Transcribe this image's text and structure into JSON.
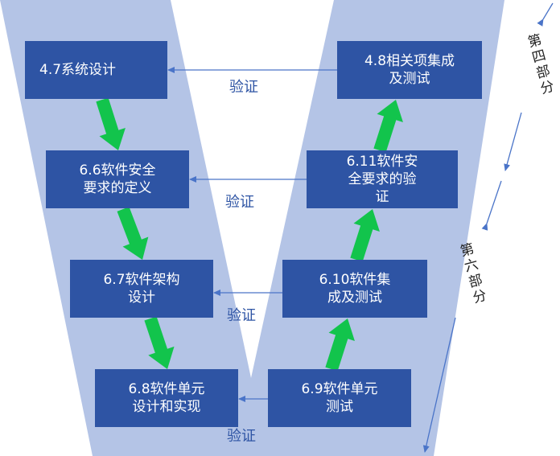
{
  "colors": {
    "v_fill": "#b4c4e6",
    "box_fill": "#2e54a4",
    "green_arrow": "#12c44c",
    "blue_line": "#4a74c8"
  },
  "left_boxes": [
    {
      "label": "4.7系统设计"
    },
    {
      "label": "6.6软件安全\n要求的定义"
    },
    {
      "label": "6.7软件架构\n设计"
    },
    {
      "label": "6.8软件单元\n设计和实现"
    }
  ],
  "right_boxes": [
    {
      "label": "4.8相关项集成\n及测试"
    },
    {
      "label": "6.11软件安\n全要求的验\n证"
    },
    {
      "label": "6.10软件集\n成及测试"
    },
    {
      "label": "6.9软件单元\n测试"
    }
  ],
  "verify_labels": [
    "验证",
    "验证",
    "验证",
    "验证"
  ],
  "sections": [
    {
      "chars": [
        "第",
        "四",
        "部",
        "分"
      ]
    },
    {
      "chars": [
        "第",
        "六",
        "部",
        "分"
      ]
    }
  ]
}
